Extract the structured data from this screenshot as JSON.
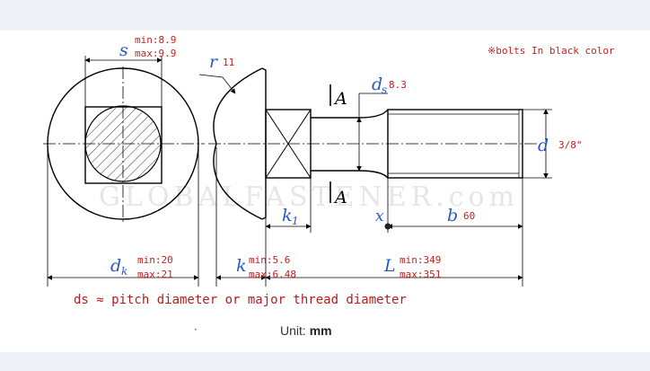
{
  "note_top": "※bolts In black color",
  "watermark": "GLOBALFASTENER.com",
  "labels": {
    "s": "s",
    "s_min": "min:8.9",
    "s_max": "max:9.9",
    "r": "r",
    "r_val": "11",
    "ds": "d",
    "ds_sub": "s",
    "ds_val": "8.3",
    "section_a_top": "A",
    "section_a_bottom": "A",
    "d": "d",
    "d_val": "3/8\"",
    "k1": "k",
    "k1_sub": "1",
    "x": "x",
    "b": "b",
    "b_val": "60",
    "dk": "d",
    "dk_sub": "k",
    "dk_min": "min:20",
    "dk_max": "max:21",
    "k": "k",
    "k_min": "min:5.6",
    "k_max": "max:6.48",
    "L": "L",
    "L_min": "min:349",
    "L_max": "max:351"
  },
  "footnote": "ds ≈ pitch diameter or major thread diameter",
  "unit_label": "Unit:",
  "unit_value": "mm",
  "colors": {
    "symbol": "#2a57c8",
    "value": "#c81e1e",
    "line": "#000000"
  }
}
